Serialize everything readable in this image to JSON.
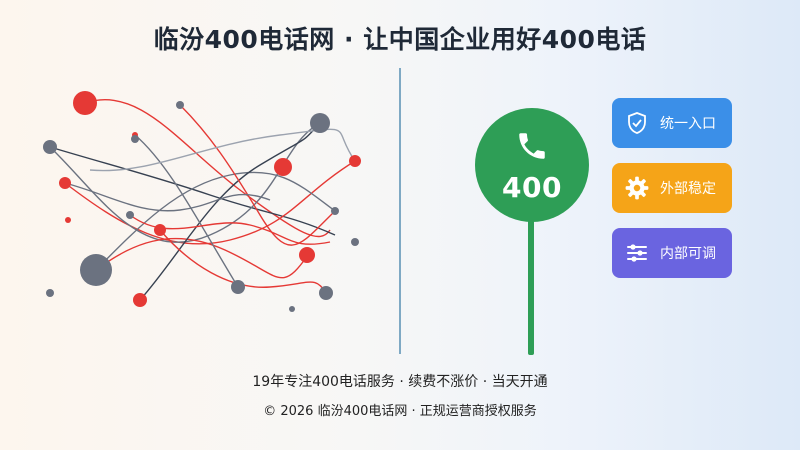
{
  "header": {
    "title": "临汾400电话网 · 让中国企业用好400电话"
  },
  "badge": {
    "number": "400",
    "icon": "phone-icon",
    "color": "#2e9e56"
  },
  "cards": [
    {
      "label": "统一入口",
      "icon": "shield-check-icon",
      "color": "#3b8fe8"
    },
    {
      "label": "外部稳定",
      "icon": "gear-icon",
      "color": "#f5a418"
    },
    {
      "label": "内部可调",
      "icon": "sliders-icon",
      "color": "#6a64e0"
    }
  ],
  "footer": {
    "tagline": "19年专注400电话服务 · 续费不涨价 · 当天开通",
    "copyright": "© 2026 临汾400电话网 · 正规运营商授权服务"
  },
  "colors": {
    "network_red": "#e53935",
    "network_gray": "#6b7280"
  }
}
